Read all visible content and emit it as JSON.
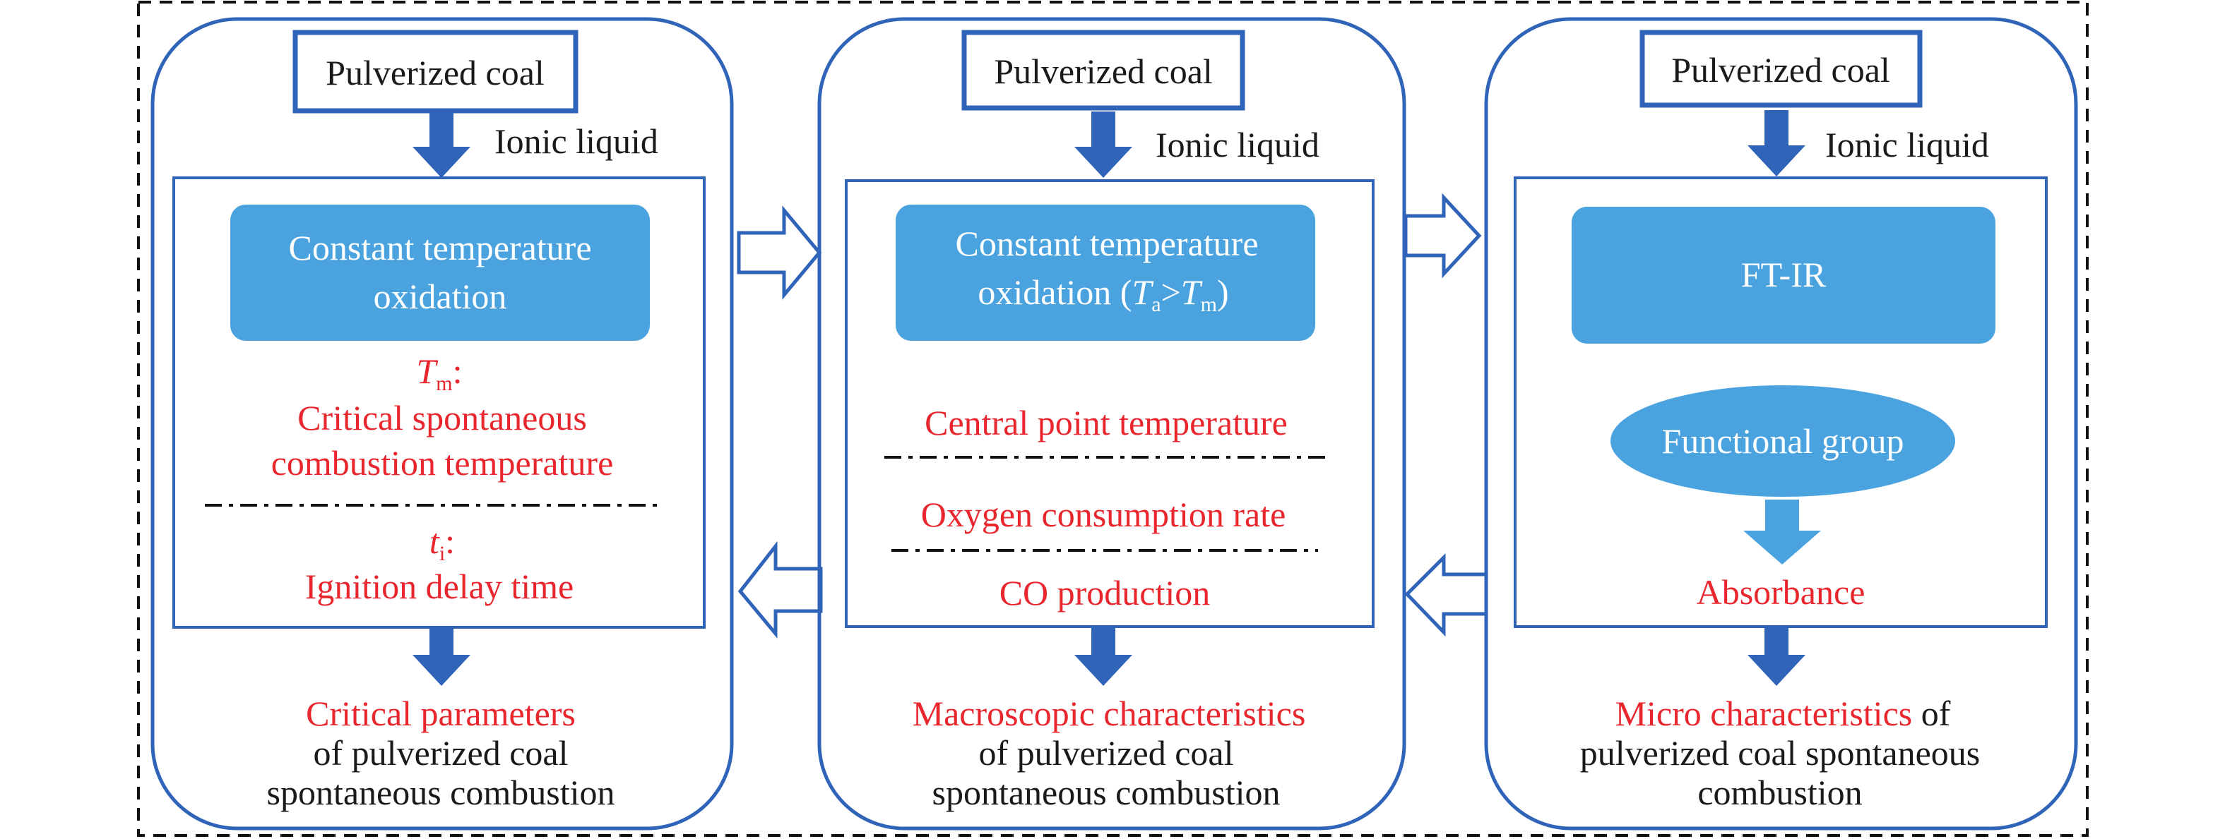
{
  "colors": {
    "panel_border": "#2f64b8",
    "arrow_blue": "#2f64b8",
    "process_fill": "#4aa3df",
    "highlight_text": "#e8262e",
    "body_text": "#1a1a1a"
  },
  "panels": [
    {
      "input": "Pulverized coal",
      "reagent": "Ionic liquid",
      "process": [
        "Constant temperature",
        "oxidation"
      ],
      "param1": {
        "symbol": "T",
        "subscript": "m",
        "suffix": ":",
        "lines": [
          "Critical spontaneous",
          "combustion temperature"
        ]
      },
      "param2": {
        "symbol": "t",
        "subscript": "i",
        "suffix": ":",
        "lines": [
          "Ignition delay time"
        ]
      },
      "result_highlight": "Critical parameters",
      "result_lines": [
        "of pulverized coal",
        "spontaneous combustion"
      ]
    },
    {
      "input": "Pulverized coal",
      "reagent": "Ionic liquid",
      "process_line1": "Constant temperature",
      "process_line2_prefix": "oxidation (",
      "process_sym1": "T",
      "process_sub1": "a",
      "process_op": ">",
      "process_sym2": "T",
      "process_sub2": "m",
      "process_close": ")",
      "measures": [
        "Central point temperature",
        "Oxygen consumption rate",
        "CO  production"
      ],
      "result_highlight": "Macroscopic characteristics",
      "result_lines": [
        "of pulverized coal",
        "spontaneous combustion"
      ]
    },
    {
      "input": "Pulverized coal",
      "reagent": "Ionic liquid",
      "process": "FT-IR",
      "group": "Functional group",
      "measure": "Absorbance",
      "result_highlight": "Micro characteristics",
      "result_rest": " of",
      "result_lines": [
        "pulverized coal spontaneous",
        "combustion"
      ]
    }
  ]
}
